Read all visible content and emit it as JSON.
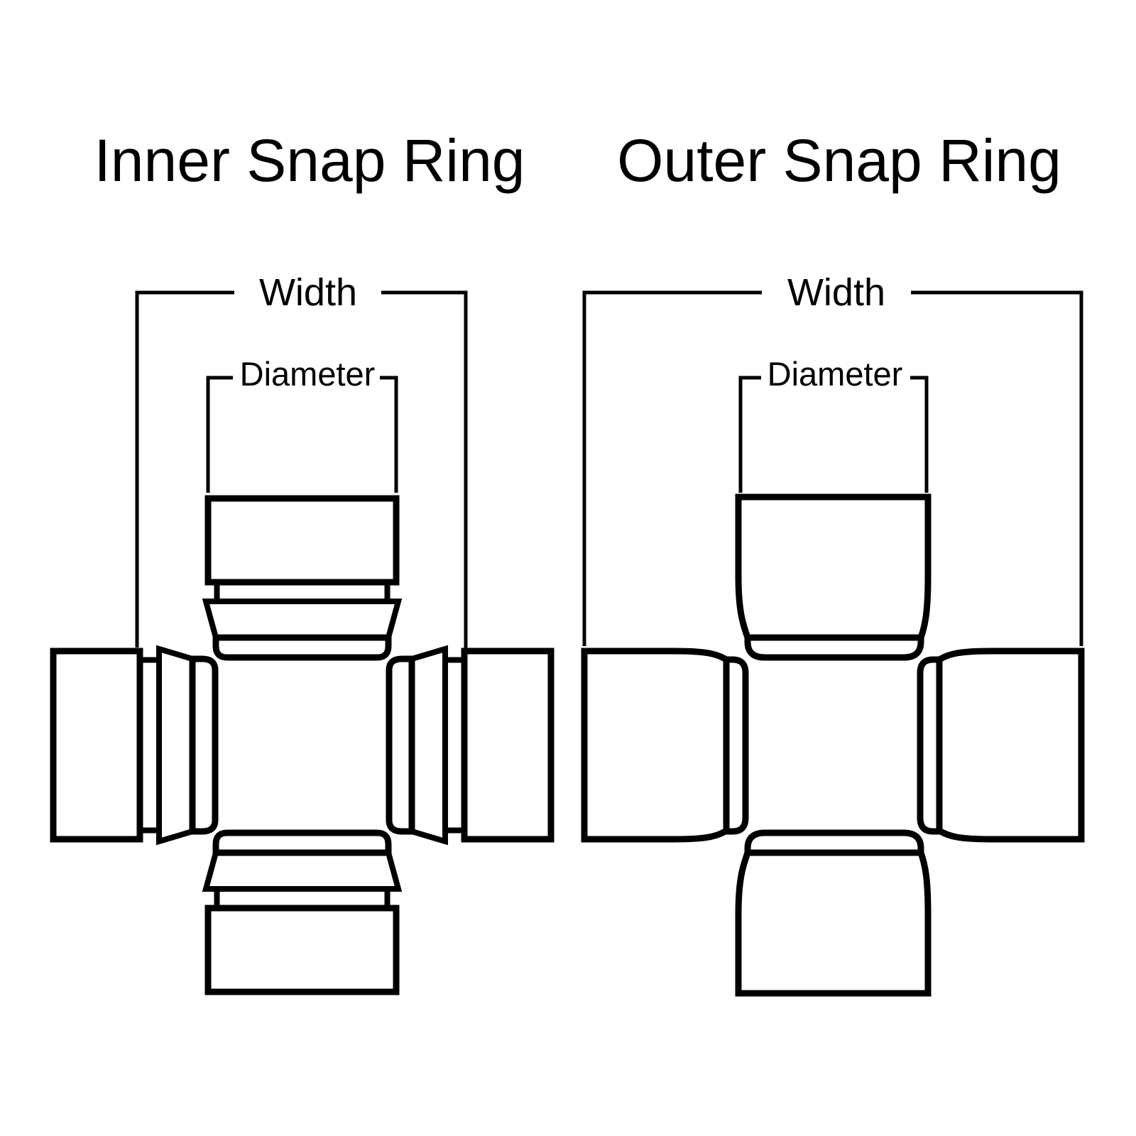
{
  "page": {
    "background_color": "#ffffff",
    "line_color": "#000000"
  },
  "diagrams": {
    "inner": {
      "title": "Inner Snap Ring",
      "width_label": "Width",
      "diameter_label": "Diameter"
    },
    "outer": {
      "title": "Outer Snap Ring",
      "width_label": "Width",
      "diameter_label": "Diameter"
    }
  }
}
